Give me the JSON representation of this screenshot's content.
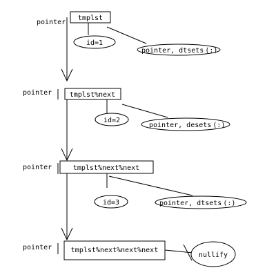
{
  "nodes": [
    {
      "pointer_label": "pointer",
      "box_label": "tmplst",
      "id_label": "id=1",
      "ptr_label_main": "pointer, dtsets",
      "ptr_label_paren": "(:)"
    },
    {
      "pointer_label": "pointer",
      "box_label": "tmplst%next",
      "id_label": "id=2",
      "ptr_label_main": "pointer, desets",
      "ptr_label_paren": "(:)"
    },
    {
      "pointer_label": "pointer",
      "box_label": "tmplst%next%next",
      "id_label": "id=3",
      "ptr_label_main": "pointer, dtsets",
      "ptr_label_paren": "(:)"
    },
    {
      "pointer_label": "pointer",
      "box_label": "tmplst%next%next%next",
      "nullify_label": "nullify"
    }
  ]
}
